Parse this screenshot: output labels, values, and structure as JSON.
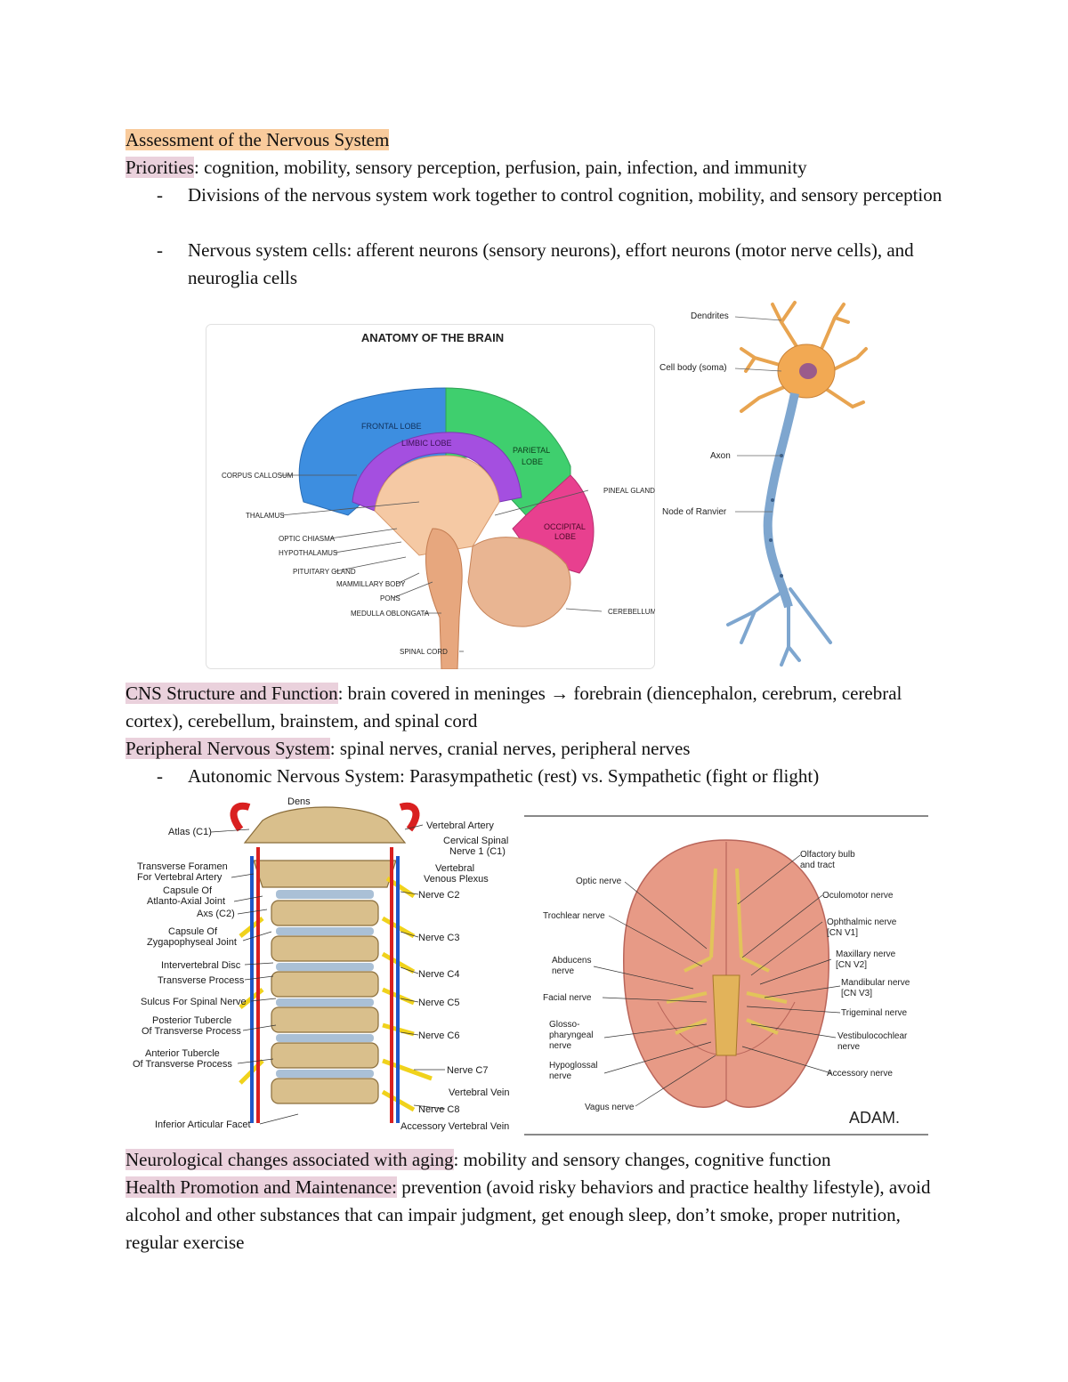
{
  "title": "Assessment of the Nervous System",
  "priorities": {
    "label": "Priorities",
    "text": ": cognition, mobility, sensory perception, perfusion, pain, infection, and immunity"
  },
  "bullets1": [
    {
      "dash": "-",
      "text": "Divisions of the nervous system work together to control cognition, mobility, and sensory perception"
    },
    {
      "dash": "-",
      "text": "Nervous system cells: afferent neurons (sensory neurons), effort neurons (motor nerve cells), and neuroglia cells"
    }
  ],
  "brain_figure": {
    "title": "ANATOMY OF THE BRAIN",
    "lobes": [
      "FRONTAL LOBE",
      "LIMBIC LOBE",
      "PARIETAL",
      "LOBE",
      "OCCIPITAL",
      "LOBE"
    ],
    "labels_left": [
      "CORPUS CALLOSUM",
      "THALAMUS",
      "OPTIC CHIASMA",
      "HYPOTHALAMUS",
      "PITUITARY GLAND",
      "MAMMILLARY BODY",
      "PONS",
      "MEDULLA OBLONGATA",
      "SPINAL CORD"
    ],
    "labels_right": [
      "PINEAL GLAND",
      "CEREBELLUM"
    ]
  },
  "neuron_figure": {
    "labels": [
      "Dendrites",
      "Cell body (soma)",
      "Axon",
      "Node of Ranvier"
    ]
  },
  "cns": {
    "label": "CNS Structure and Function",
    "text": ": brain covered in meninges → forebrain (diencephalon, cerebrum, cerebral cortex), cerebellum, brainstem, and spinal cord"
  },
  "pns": {
    "label": "Peripheral Nervous System",
    "text": ": spinal nerves, cranial nerves, peripheral nerves"
  },
  "bullets2": [
    {
      "dash": "-",
      "text": "Autonomic Nervous System: Parasympathetic (rest) vs. Sympathetic (fight or flight)"
    }
  ],
  "spine_figure": {
    "top": "Dens",
    "left": [
      "Atlas (C1)",
      "Transverse Foramen",
      "For Vertebral Artery",
      "Capsule Of",
      "Atlanto-Axial Joint",
      "Axs (C2)",
      "Capsule Of",
      "Zygapophyseal Joint",
      "Intervertebral Disc",
      "Transverse Process",
      "Sulcus For Spinal Nerve",
      "Posterior Tubercle",
      "Of Transverse Process",
      "Anterior Tubercle",
      "Of Transverse Process",
      "Inferior Articular Facet"
    ],
    "right": [
      "Vertebral Artery",
      "Cervical Spinal",
      "Nerve 1 (C1)",
      "Vertebral",
      "Venous Plexus",
      "Nerve C2",
      "Nerve C3",
      "Nerve C4",
      "Nerve C5",
      "Nerve C6",
      "Nerve C7",
      "Vertebral Vein",
      "Nerve C8",
      "Accessory Vertebral Vein"
    ]
  },
  "cranial_figure": {
    "left": [
      "Optic nerve",
      "Trochlear nerve",
      "Abducens",
      "nerve",
      "Facial nerve",
      "Glosso-",
      "pharyngeal",
      "nerve",
      "Hypoglossal",
      "nerve",
      "Vagus nerve"
    ],
    "right": [
      "Olfactory bulb",
      "and tract",
      "Oculomotor nerve",
      "Ophthalmic nerve",
      "[CN V1]",
      "Maxillary nerve",
      "[CN V2]",
      "Mandibular nerve",
      "[CN V3]",
      "Trigeminal nerve",
      "Vestibulocochlear",
      "nerve",
      "Accessory nerve"
    ],
    "logo": "ADAM."
  },
  "aging": {
    "label": "Neurological changes associated with aging",
    "text": ": mobility and sensory changes, cognitive function"
  },
  "health": {
    "label": "Health Promotion and Maintenance:",
    "text": " prevention (avoid risky behaviors and practice healthy lifestyle), avoid alcohol and other substances that can impair judgment, get enough sleep, don’t smoke, proper nutrition, regular exercise"
  },
  "colors": {
    "highlight_orange": "#f9cb9c",
    "highlight_pink": "#ead1dc"
  }
}
